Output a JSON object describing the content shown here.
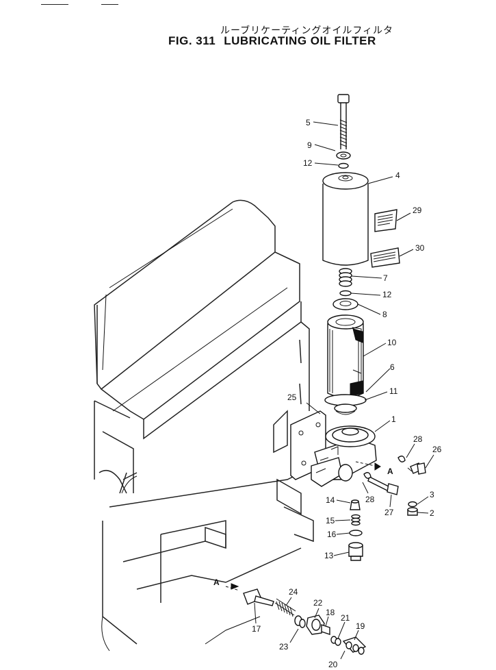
{
  "figure": {
    "title_jp": "ルーブリケーティングオイルフィルタ",
    "fig_number": "FIG. 311",
    "title_en": "LUBRICATING OIL FILTER"
  },
  "view_marker": "A",
  "callouts": {
    "p1": "1",
    "p2": "2",
    "p3": "3",
    "p4": "4",
    "p5": "5",
    "p6": "6",
    "p7": "7",
    "p8": "8",
    "p9": "9",
    "p10": "10",
    "p11": "11",
    "p12a": "12",
    "p12b": "12",
    "p13": "13",
    "p14": "14",
    "p15": "15",
    "p16": "16",
    "p17": "17",
    "p18": "18",
    "p19": "19",
    "p20": "20",
    "p21": "21",
    "p22": "22",
    "p23": "23",
    "p24": "24",
    "p25": "25",
    "p26": "26",
    "p27": "27",
    "p28a": "28",
    "p28b": "28",
    "p29": "29",
    "p30": "30"
  }
}
